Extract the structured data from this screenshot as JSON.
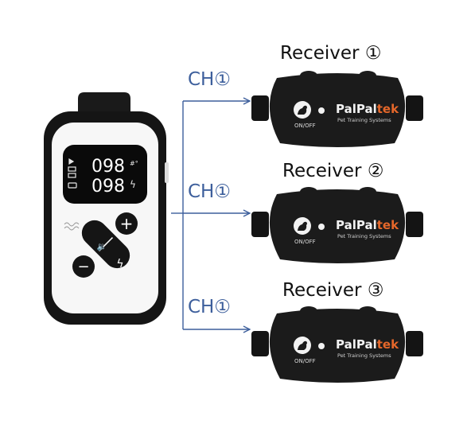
{
  "transmitter": {
    "display_top_value": "098",
    "display_bottom_value": "098",
    "display_top_unit": "#°",
    "display_bottom_unit": "ϟ",
    "plus_symbol": "+",
    "minus_symbol": "−",
    "sound_symbol": "🔉",
    "shock_symbol": "ϟ"
  },
  "channel_labels": [
    "CH①",
    "CH①",
    "CH①"
  ],
  "receivers": [
    {
      "title": "Receiver ①",
      "brand_part1": "PalPal",
      "brand_part2": "tek",
      "tagline": "Pet Training Systems",
      "switch_label": "ON/OFF"
    },
    {
      "title": "Receiver ②",
      "brand_part1": "PalPal",
      "brand_part2": "tek",
      "tagline": "Pet Training Systems",
      "switch_label": "ON/OFF"
    },
    {
      "title": "Receiver ③",
      "brand_part1": "PalPal",
      "brand_part2": "tek",
      "tagline": "Pet Training Systems",
      "switch_label": "ON/OFF"
    }
  ],
  "colors": {
    "line_blue": "#3d5f9c",
    "brand_orange": "#e5672a",
    "device_black": "#111111",
    "device_white": "#f7f7f7"
  }
}
